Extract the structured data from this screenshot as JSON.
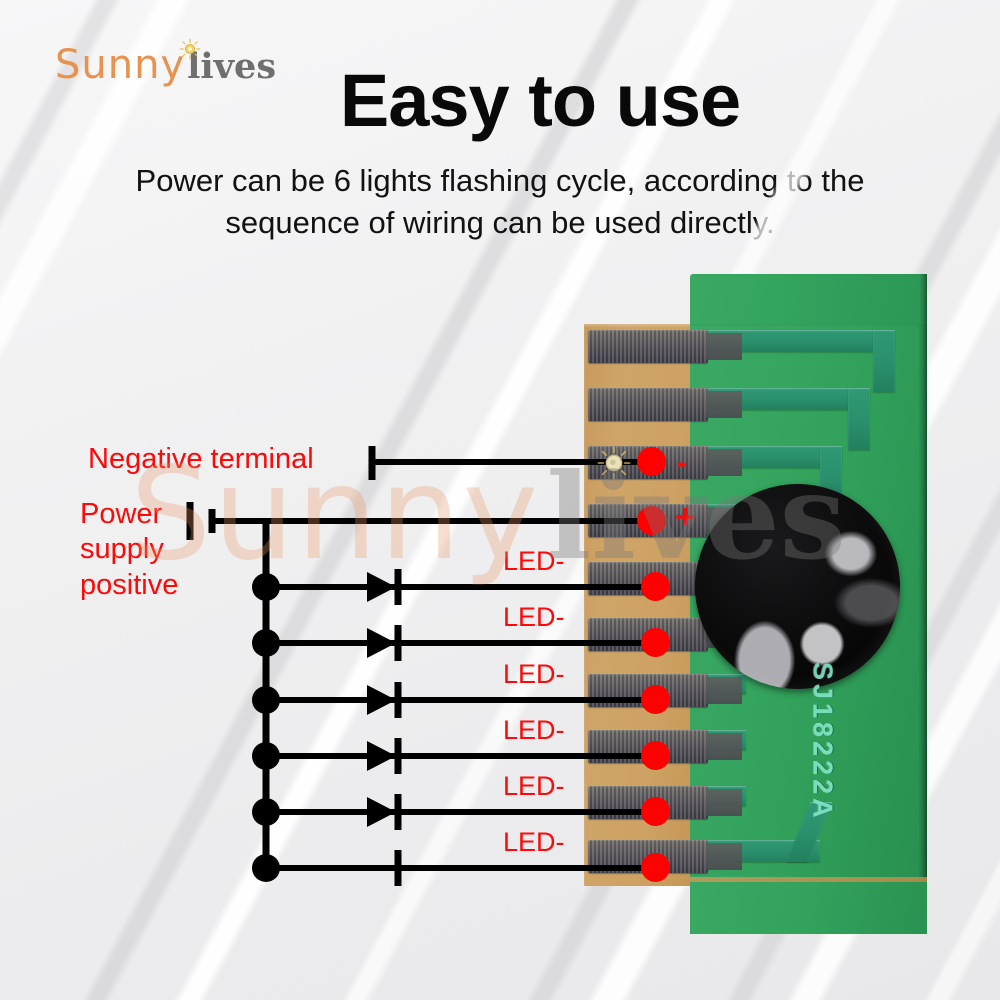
{
  "brand": {
    "name_part1": "Sunny",
    "name_part2": "lives",
    "sun_icon": "sun-icon",
    "orange": "#e8924f",
    "gray": "#6f6f6f"
  },
  "header": {
    "title": "Easy to use",
    "subtitle_line1": "Power can be 6 lights flashing cycle,  according to the",
    "subtitle_line2": "sequence of wiring can be used directly."
  },
  "watermark": {
    "part1": "Sunny",
    "part2": "lives"
  },
  "schematic": {
    "negative_terminal_label": "Negative terminal",
    "power_supply_label_line1": "Power",
    "power_supply_label_line2": "supply",
    "power_supply_label_line3": "positive",
    "label_color": "#fb0a0a",
    "led_labels": [
      "LED-",
      "LED-",
      "LED-",
      "LED-",
      "LED-",
      "LED-"
    ],
    "diode_count": 5,
    "junction_count": 6,
    "battery_symbol": "battery-symbol",
    "wire_color": "#000000"
  },
  "pcb": {
    "board_color_green": "#32a25c",
    "board_color_tan": "#cda263",
    "pad_color": "#4a4850",
    "trace_color": "#2a8f6c",
    "silkscreen_text": "SJ18222A",
    "component_blob": "epoxy-cob-blob",
    "terminal_minus": "-",
    "terminal_plus": "+",
    "connection_dot_color": "#fe0000",
    "pad_count": 9,
    "dot_count": 8
  }
}
